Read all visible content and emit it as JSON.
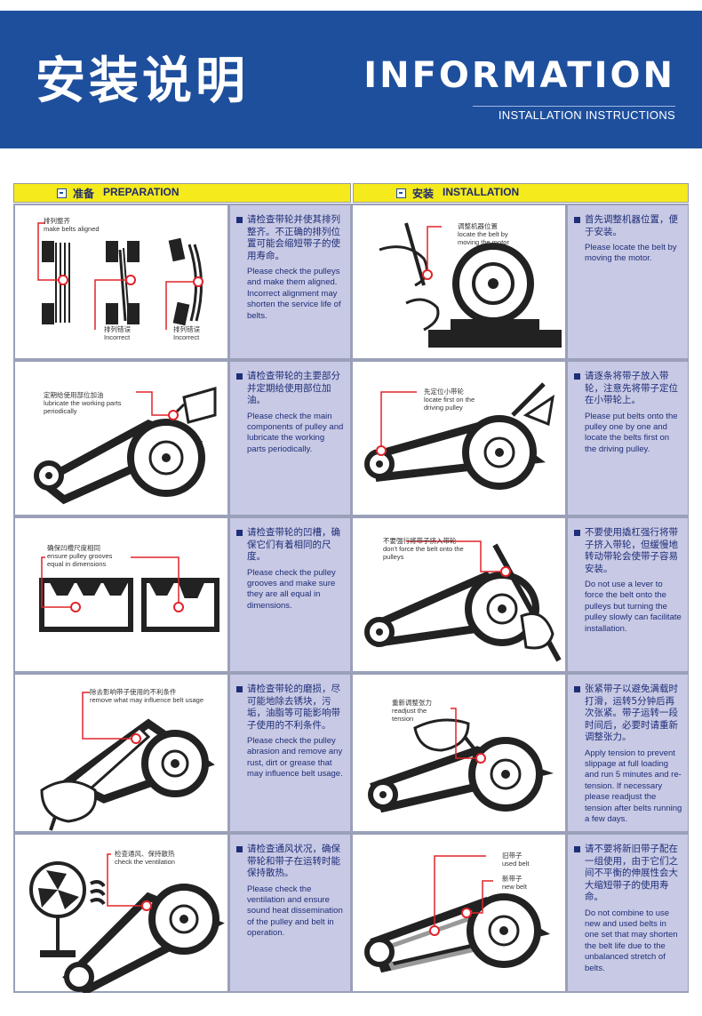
{
  "header": {
    "title_cn": "安装说明",
    "title_en": "INFORMATION",
    "subtitle": "INSTALLATION INSTRUCTIONS"
  },
  "sections": {
    "left": {
      "cn": "准备",
      "en": "PREPARATION"
    },
    "right": {
      "cn": "安装",
      "en": "INSTALLATION"
    }
  },
  "preparation": [
    {
      "cn": "请检查带轮并使其排列整齐。不正确的排列位置可能会缩短带子的使用寿命。",
      "en": "Please check the pulleys and make them aligned. Incorrect alignment may shorten the service life of belts.",
      "labels": {
        "a_cn": "排列整齐",
        "a_en": "make belts aligned",
        "b_cn": "排列错误",
        "b_en": "Incorrect",
        "c_cn": "排列错误",
        "c_en": "Incorrect"
      }
    },
    {
      "cn": "请检查带轮的主要部分并定期给使用部位加油。",
      "en": "Please check the main components of pulley and lubricate the working parts periodically.",
      "labels": {
        "a_cn": "定期给使用部位加油",
        "a_en": "lubricate the working parts periodically"
      }
    },
    {
      "cn": "请检查带轮的凹槽，确保它们有着相同的尺度。",
      "en": "Please check the pulley grooves and make sure they are all equal in dimensions.",
      "labels": {
        "a_cn": "确保凹槽尺度相同",
        "a_en": "ensure pulley grooves equal in dimensions"
      }
    },
    {
      "cn": "请检查带轮的磨损，尽可能地除去锈块，污垢，油脂等可能影响带子使用的不利条件。",
      "en": "Please check the pulley abrasion and remove any rust, dirt or grease that may influence belt usage.",
      "labels": {
        "a_cn": "除去影响带子使用的不利条件",
        "a_en": "remove what may influence belt usage"
      }
    },
    {
      "cn": "请检查通风状况，确保带轮和带子在运转时能保持散热。",
      "en": "Please check the ventilation and ensure sound heat dissemination of the pulley and belt in operation.",
      "labels": {
        "a_cn": "检查通风、保持散热",
        "a_en": "check the ventilation"
      }
    }
  ],
  "installation": [
    {
      "cn": "首先调整机器位置，便于安装。",
      "en": "Please locate the belt by moving the motor.",
      "labels": {
        "a_cn": "调整机器位置",
        "a_en": "locate the belt by moving the motor"
      }
    },
    {
      "cn": "请逐条将带子放入带轮，注意先将带子定位在小带轮上。",
      "en": "Please put belts onto the pulley one by one and locate the belts first on the driving pulley.",
      "labels": {
        "a_cn": "先定位小带轮",
        "a_en": "locate first on the driving pulley"
      }
    },
    {
      "cn": "不要使用撬杠强行将带子挤入带轮，但缓慢地转动带轮会使带子容易安装。",
      "en": "Do not use a lever to force the belt onto the pulleys but turning the pulley slowly can facilitate installation.",
      "labels": {
        "a_cn": "不要强行将带子挤入带轮",
        "a_en": "don't force the belt onto the pulleys"
      }
    },
    {
      "cn": "张紧带子以避免满载时打滑，运转5分钟后再次张紧。带子运转一段时间后，必要时请重新调整张力。",
      "en": "Apply tension to prevent slippage at full loading and run 5 minutes and re-tension. If necessary please readjust the tension after belts running a few days.",
      "labels": {
        "a_cn": "重新调整张力",
        "a_en": "readjust the tension"
      }
    },
    {
      "cn": "请不要将新旧带子配在一组使用，由于它们之间不平衡的伸展性会大大缩短带子的使用寿命。",
      "en": "Do not combine to use new and used belts in one set that may shorten the belt life due to the unbalanced stretch of belts.",
      "labels": {
        "a_cn": "旧带子",
        "a_en": "used belt",
        "b_cn": "新带子",
        "b_en": "new belt"
      }
    }
  ],
  "colors": {
    "header": "#1e4f9d",
    "bar": "#f5ea1c",
    "text_cell": "#c8c9e4",
    "accent": "#e0242a"
  }
}
